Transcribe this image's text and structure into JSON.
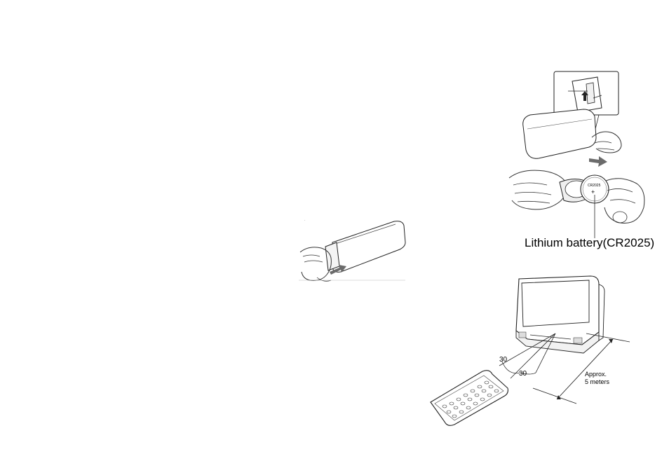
{
  "battery_figure": {
    "caption": "Lithium battery(CR2025)",
    "coin_marking": "CR2025",
    "coin_polarity": "+"
  },
  "range_figure": {
    "angle_left": "30",
    "angle_right": "30",
    "distance_line1": "Approx.",
    "distance_line2": "5 meters"
  },
  "icons": [
    "insert-arrow-icon",
    "slide-arrow-icon",
    "release-arrow-icon"
  ]
}
